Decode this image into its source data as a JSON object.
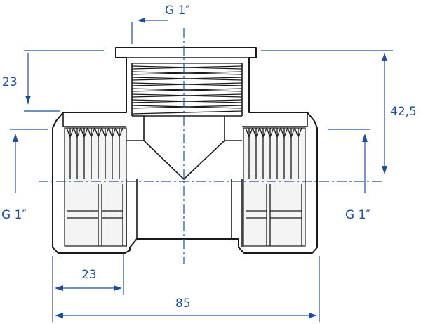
{
  "labels": {
    "top_thread": "G 1″",
    "left_thread": "G 1″",
    "right_thread": "G 1″",
    "top_branch_depth": "23",
    "centre_height": "42,5",
    "side_thread_length": "23",
    "overall_length": "85"
  },
  "colors": {
    "dimension": "#1f4e9a",
    "outline": "#1a1a1a"
  }
}
